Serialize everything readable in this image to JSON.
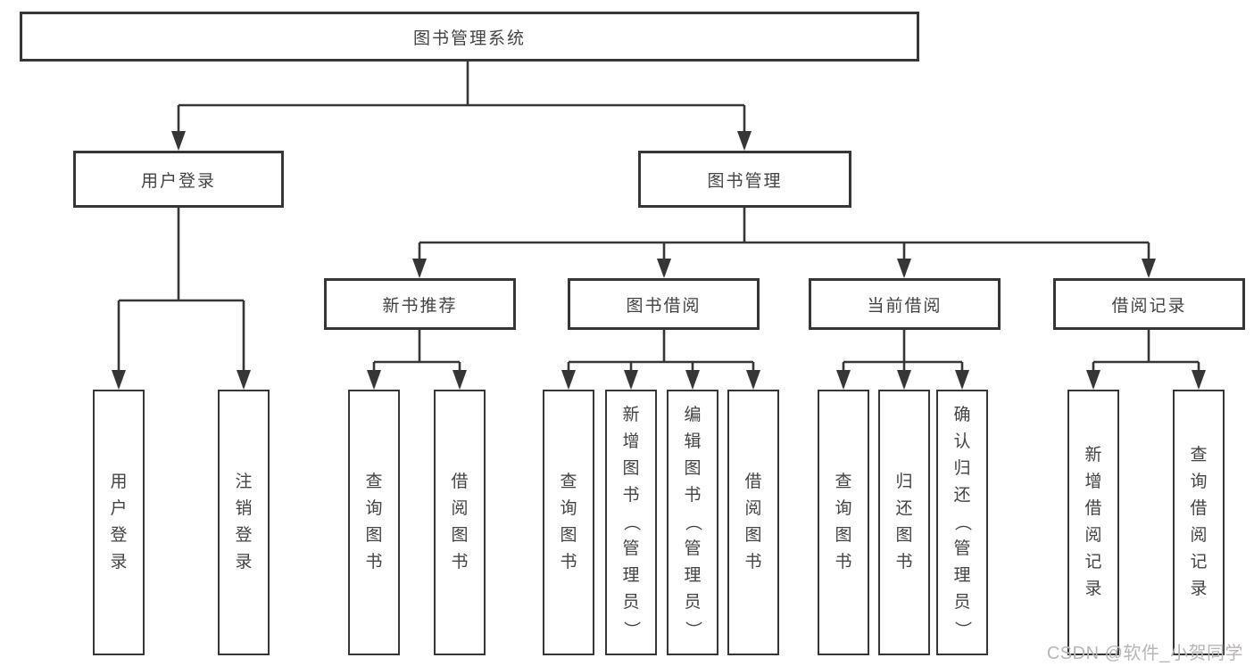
{
  "theme": {
    "line": "#363636",
    "text": "#434343",
    "bg": "#ffffff",
    "wm": "#b9b5b5"
  },
  "diagram": {
    "root_label": "图书管理系统",
    "branches": [
      {
        "label": "用户登录",
        "children": [
          {
            "label": "用户登录"
          },
          {
            "label": "注销登录"
          }
        ]
      },
      {
        "label": "图书管理",
        "children": [
          {
            "label": "新书推荐",
            "children": [
              {
                "label": "查询图书"
              },
              {
                "label": "借阅图书"
              }
            ]
          },
          {
            "label": "图书借阅",
            "children": [
              {
                "label": "查询图书"
              },
              {
                "label": "新增图书（管理员）"
              },
              {
                "label": "编辑图书（管理员）"
              },
              {
                "label": "借阅图书"
              }
            ]
          },
          {
            "label": "当前借阅",
            "children": [
              {
                "label": "查询图书"
              },
              {
                "label": "归还图书"
              },
              {
                "label": "确认归还（管理员）"
              }
            ]
          },
          {
            "label": "借阅记录",
            "children": [
              {
                "label": "新增借阅记录"
              },
              {
                "label": "查询借阅记录"
              }
            ]
          }
        ]
      }
    ]
  },
  "watermark": {
    "text": "CSDN @软件_小贺同学"
  }
}
